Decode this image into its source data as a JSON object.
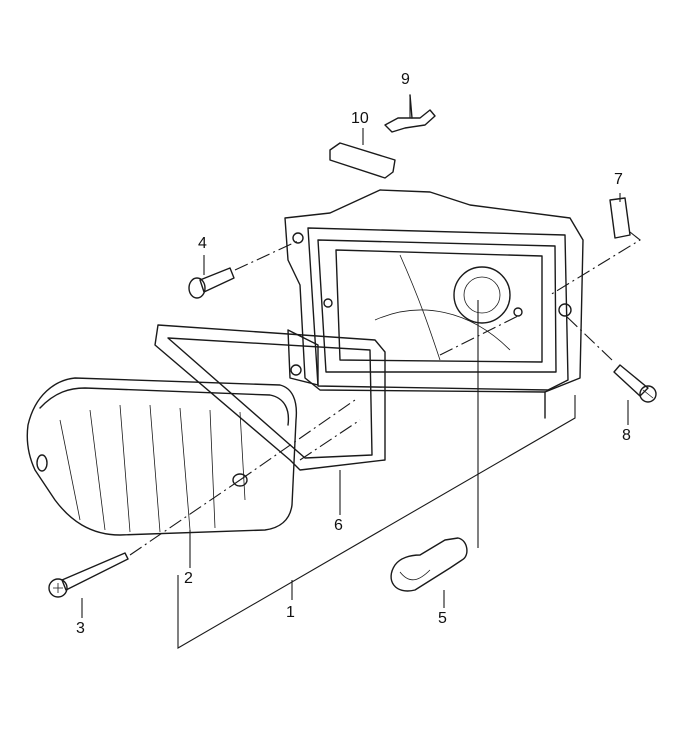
{
  "diagram": {
    "type": "exploded parts view",
    "callouts": [
      {
        "id": "1",
        "label": "1"
      },
      {
        "id": "2",
        "label": "2"
      },
      {
        "id": "3",
        "label": "3"
      },
      {
        "id": "4",
        "label": "4"
      },
      {
        "id": "5",
        "label": "5"
      },
      {
        "id": "6",
        "label": "6"
      },
      {
        "id": "7",
        "label": "7"
      },
      {
        "id": "8",
        "label": "8"
      },
      {
        "id": "9",
        "label": "9"
      },
      {
        "id": "10",
        "label": "10"
      }
    ]
  },
  "colors": {
    "line": "#1a1a1a",
    "background": "#ffffff"
  }
}
